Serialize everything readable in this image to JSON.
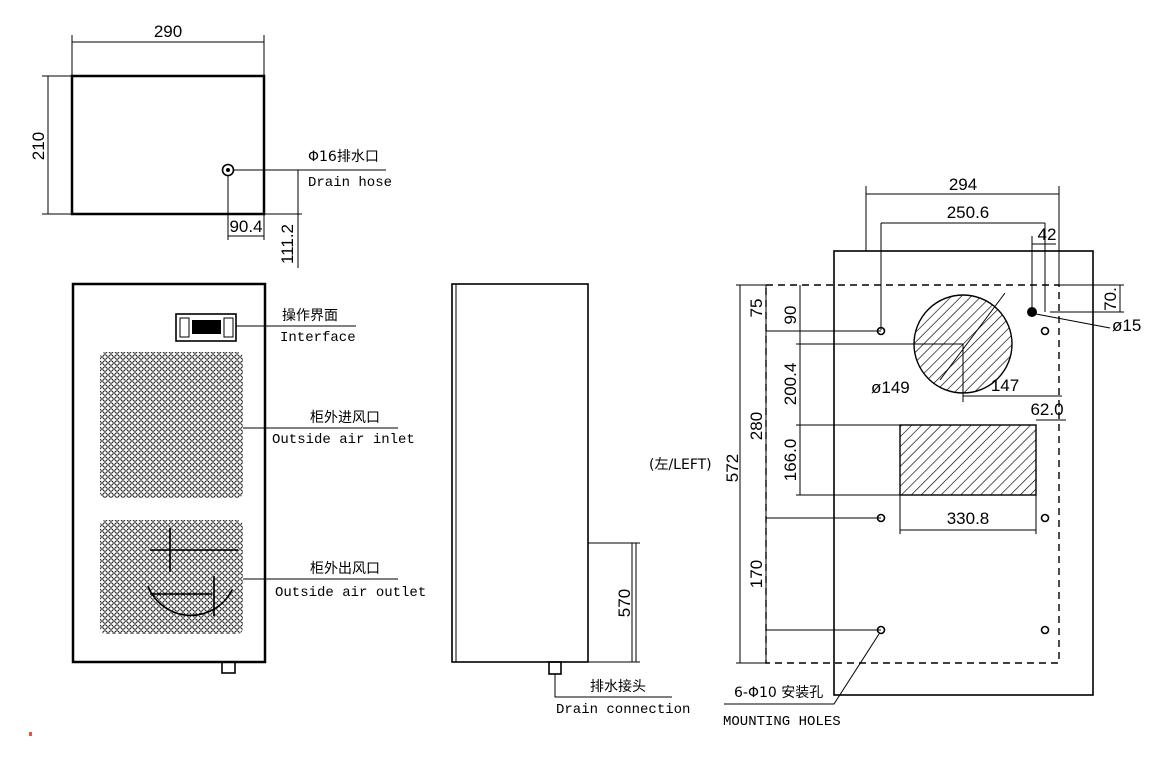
{
  "colors": {
    "line": "#000000",
    "background": "#ffffff",
    "mark": "#e8553a"
  },
  "top_view": {
    "width_dim": "290",
    "height_dim": "210",
    "drain_label_cn": "Φ16排水口",
    "drain_label_en": "Drain hose",
    "drain_offset_x": "90.4",
    "drain_offset_y": "111.2"
  },
  "front_view": {
    "interface_cn": "操作界面",
    "interface_en": "Interface",
    "inlet_cn": "柜外进风口",
    "inlet_en": "Outside air inlet",
    "outlet_cn": "柜外出风口",
    "outlet_en": "Outside air outlet"
  },
  "side_view": {
    "height_dim": "570",
    "drain_conn_cn": "排水接头",
    "drain_conn_en": "Drain connection"
  },
  "cutout_view": {
    "dim_294": "294",
    "dim_250_6": "250.6",
    "dim_42": "42",
    "dim_70": "70.",
    "dim_phi15": "ø15",
    "dim_75": "75",
    "dim_90": "90",
    "dim_200_4": "200.4",
    "dim_phi149": "ø149",
    "dim_147": "147",
    "dim_62": "62.0",
    "dim_280": "280",
    "dim_572": "572",
    "side_label": "(左/LEFT)",
    "dim_166": "166.0",
    "dim_330_8": "330.8",
    "dim_170": "170",
    "holes_cn": "6-Φ10 安装孔",
    "holes_en": "MOUNTING HOLES"
  }
}
